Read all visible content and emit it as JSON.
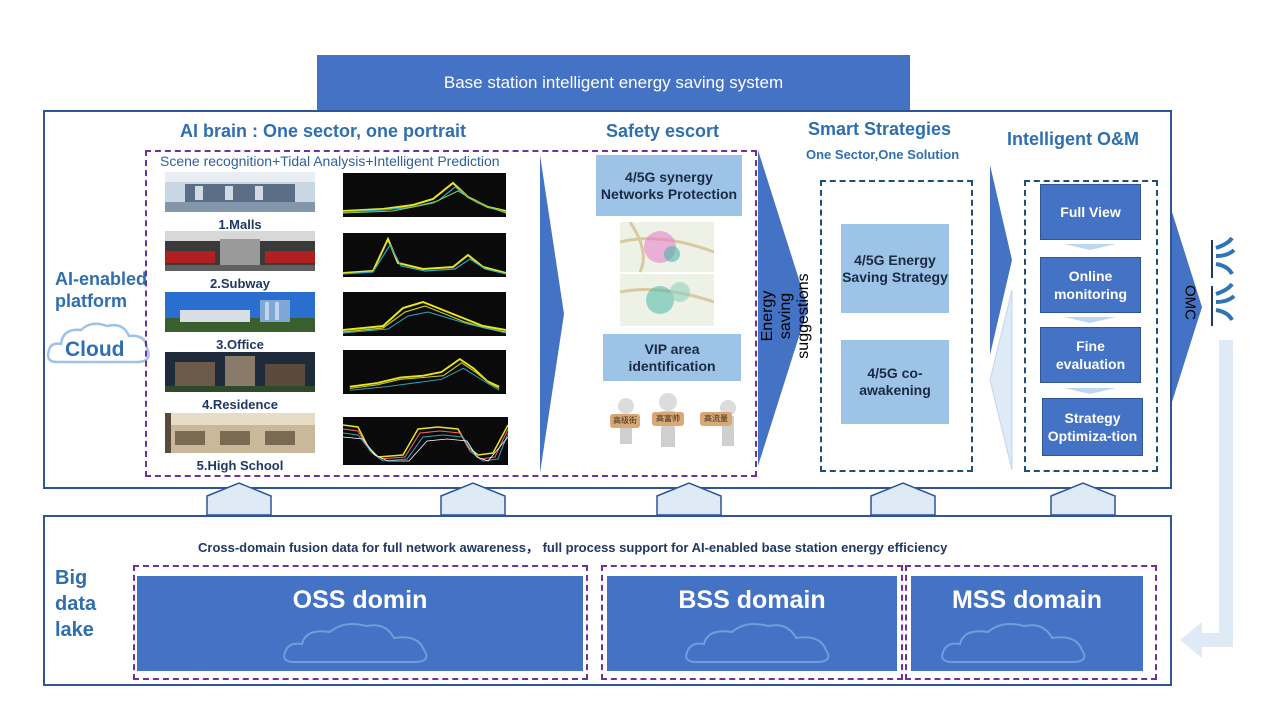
{
  "title": "Base station intelligent energy saving system",
  "left_labels": {
    "platform": "AI-enabled platform",
    "cloud": "Cloud",
    "big_data_lake": "Big data lake"
  },
  "ai_brain": {
    "header": "AI brain : One sector, one portrait",
    "subheader": "Scene recognition+Tidal Analysis+Intelligent Prediction",
    "scenes": [
      {
        "label": "1.Malls"
      },
      {
        "label": "2.Subway"
      },
      {
        "label": "3.Office"
      },
      {
        "label": "4.Residence"
      },
      {
        "label": "5.High School"
      }
    ]
  },
  "safety": {
    "header": "Safety escort",
    "box1": "4/5G synergy Networks Protection",
    "box2": "VIP area identification",
    "signs": [
      "高级街",
      "高富帅",
      "高流量"
    ]
  },
  "energy_arrow": "Energy saving suggestions",
  "strategies": {
    "header": "Smart Strategies",
    "subheader": "One Sector,One Solution",
    "box1": "4/5G Energy Saving Strategy",
    "box2": "4/5G co-awakening"
  },
  "om": {
    "header": "Intelligent O&M",
    "steps": [
      "Full View",
      "Online monitoring",
      "Fine evaluation",
      "Strategy Optimiza-tion"
    ]
  },
  "omc": "OMC",
  "lake": {
    "caption": "Cross-domain fusion data for full network awareness， full process support for AI-enabled base station energy efficiency",
    "domains": [
      "OSS domin",
      "BSS domain",
      "MSS domain"
    ]
  },
  "colors": {
    "primary": "#4472c4",
    "light": "#9dc3e6",
    "border": "#2f5597",
    "dash": "#7030a0"
  }
}
